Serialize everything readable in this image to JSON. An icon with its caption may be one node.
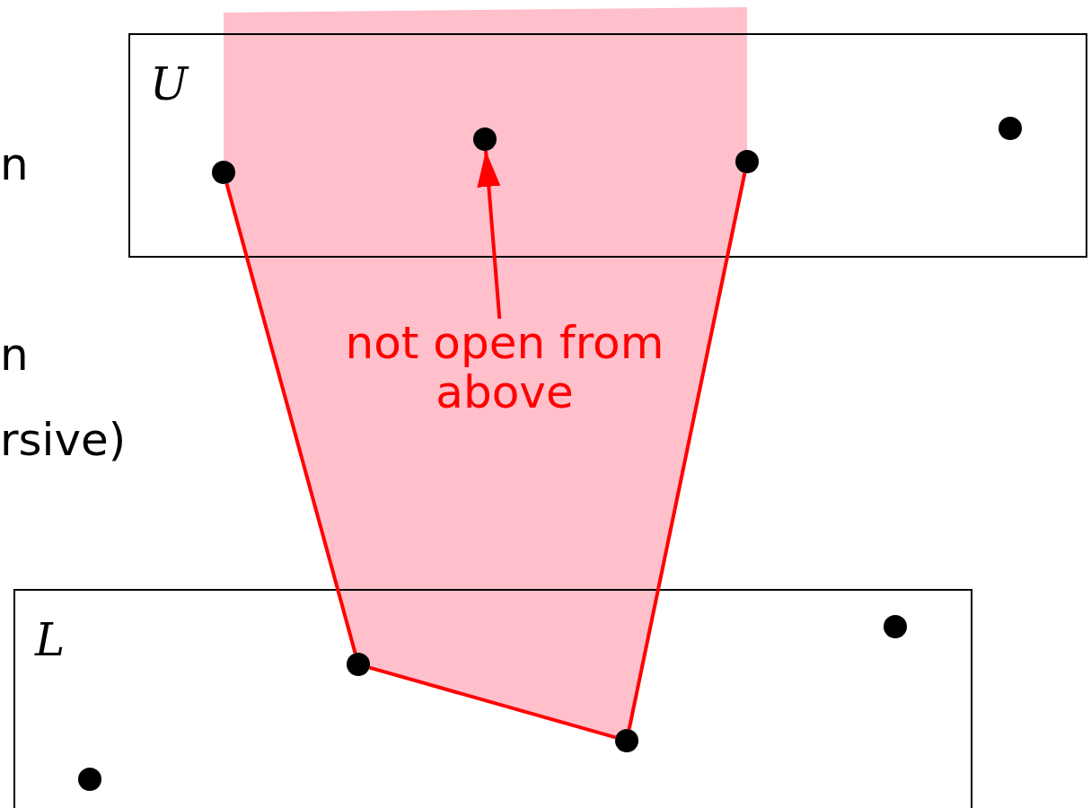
{
  "diagram": {
    "nodes": [
      {
        "text": [
          "U"
        ]
      },
      {
        "text": [],
        "shape": "circle",
        "in": 0
      },
      {
        "text": [],
        "shape": "circle",
        "in": 0
      },
      {
        "text": [],
        "shape": "circle",
        "in": 0
      },
      {
        "text": [],
        "shape": "circle",
        "in": 0
      },
      {
        "text": [
          "not open from above"
        ]
      },
      {
        "text": [
          "L"
        ]
      },
      {
        "text": [],
        "shape": "circle",
        "in": 6
      },
      {
        "text": [],
        "shape": "circle",
        "in": 6
      },
      {
        "text": [],
        "shape": "circle",
        "in": 6
      },
      {
        "text": [],
        "shape": "circle",
        "in": 6
      }
    ],
    "edges": [
      {
        "from": 1,
        "to": 8,
        "arrow": "none"
      },
      {
        "from": 8,
        "to": 9,
        "arrow": "none"
      },
      {
        "from": 9,
        "to": 3,
        "arrow": "none"
      },
      {
        "from": 5,
        "to": 2,
        "arrow": "to"
      }
    ],
    "labels": [
      "n",
      "n",
      "rsive)"
    ]
  }
}
